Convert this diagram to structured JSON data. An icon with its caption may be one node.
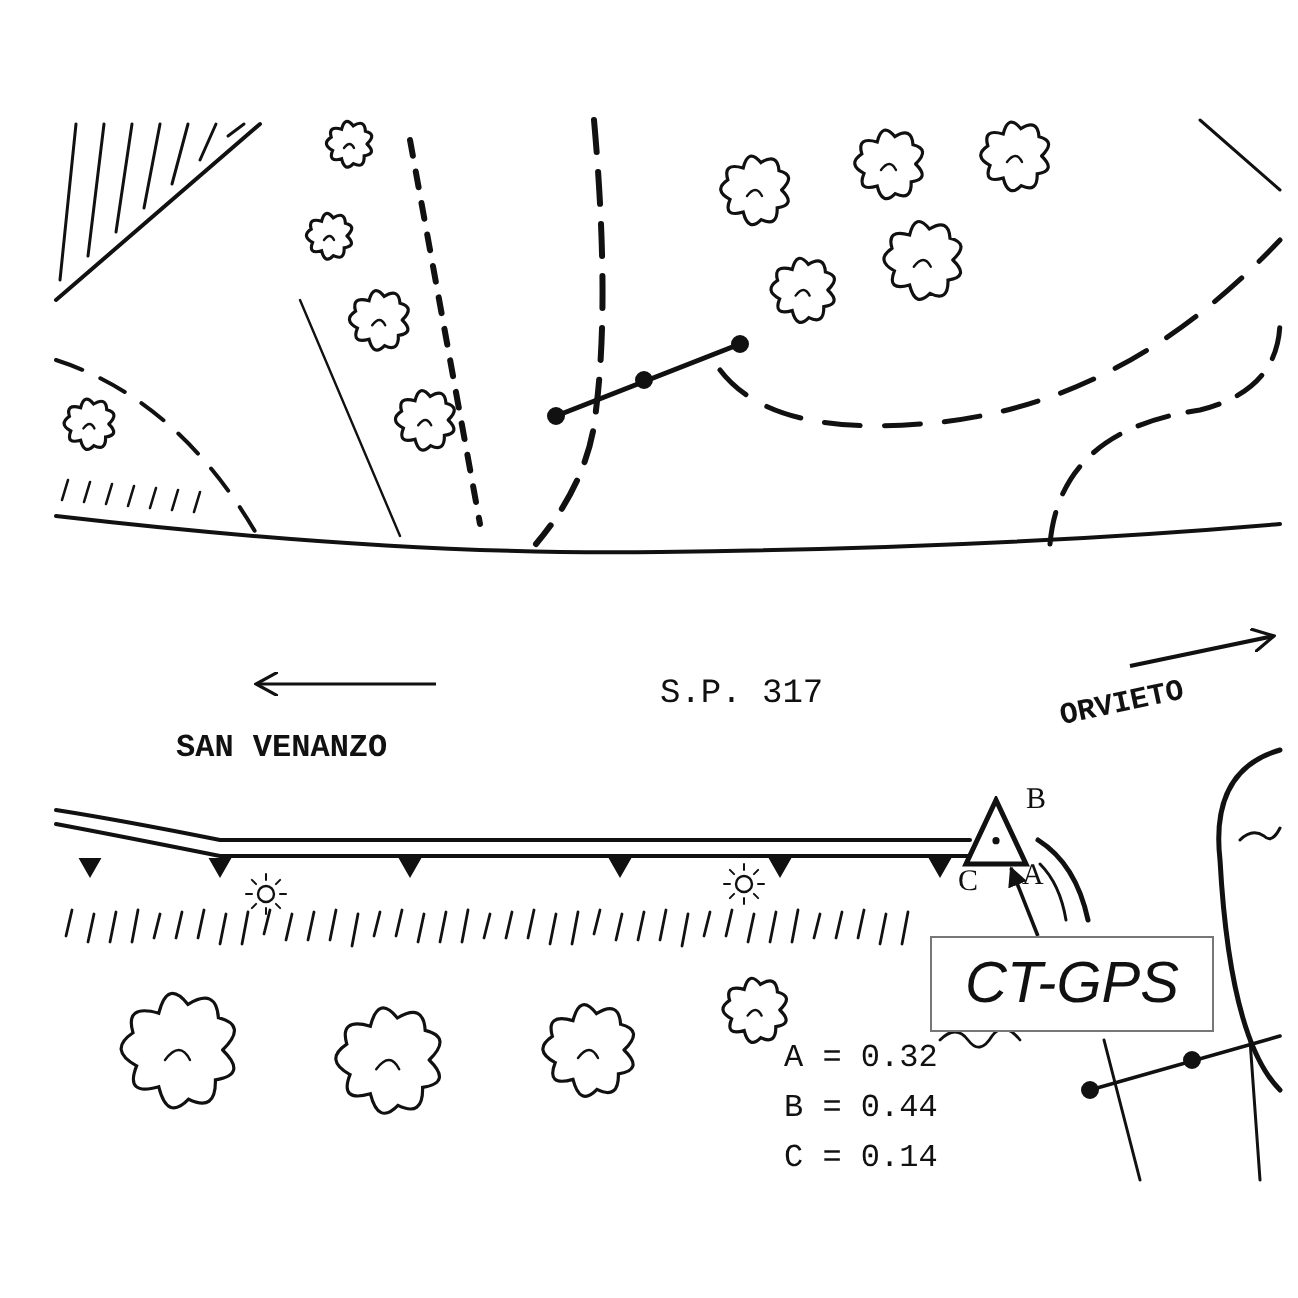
{
  "diagram": {
    "nodes": [
      {
        "text": [
          "CT-GPS"
        ]
      },
      {
        "text": [],
        "shape": "triangle",
        "beside": [
          "B",
          "A",
          "C"
        ]
      }
    ],
    "edges": [
      {
        "from": 0,
        "to": 1,
        "arrow": "to"
      }
    ],
    "labels": [
      "S.P. 317",
      "SAN VENANZO",
      "ORVIETO",
      "A = 0.32",
      "B = 0.44",
      "C = 0.14"
    ]
  }
}
